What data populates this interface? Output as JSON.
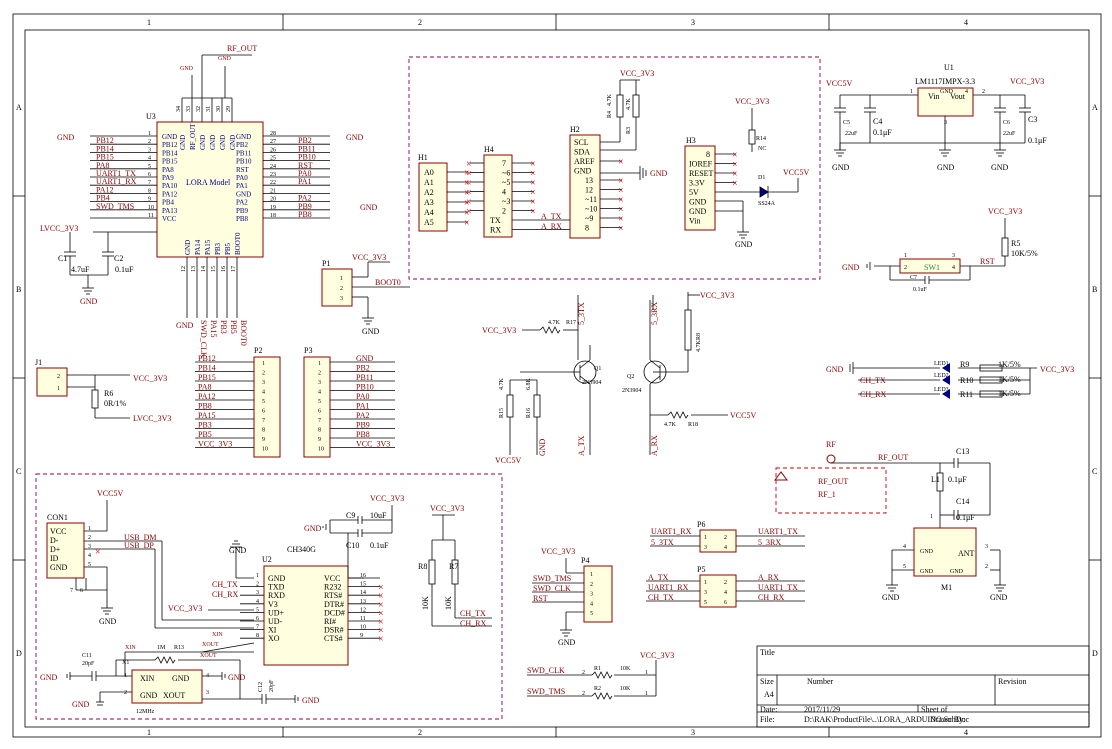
{
  "frame": {
    "cols": [
      "1",
      "2",
      "3",
      "4"
    ],
    "rows": [
      "A",
      "B",
      "C",
      "D"
    ]
  },
  "u3": {
    "ref": "U3",
    "model": "LORA Model",
    "top_net": "RF_OUT",
    "top_gnd": "GND",
    "top_pins": [
      "34",
      "33",
      "32",
      "31",
      "30",
      "29"
    ],
    "top_names": [
      "GND",
      "RF_OUT",
      "GND",
      "GND",
      "GND",
      "GND"
    ],
    "left_pins": [
      "1",
      "2",
      "3",
      "4",
      "5",
      "6",
      "7",
      "8",
      "9",
      "10",
      "11"
    ],
    "left_names": [
      "GND",
      "PB12",
      "PB14",
      "PB15",
      "PA8",
      "PA9",
      "PA10",
      "PA12",
      "PB4",
      "PA13",
      "VCC"
    ],
    "left_nets": [
      "GND",
      "PB12",
      "PB14",
      "PB15",
      "PA8",
      "UART1_TX",
      "UART1_RX",
      "PA12",
      "PB4",
      "SWD_TMS",
      "LVCC_3V3"
    ],
    "right_pins": [
      "28",
      "27",
      "26",
      "25",
      "24",
      "23",
      "22",
      "21",
      "20",
      "19",
      "18"
    ],
    "right_names": [
      "GND",
      "PB2",
      "PB11",
      "PB10",
      "RST",
      "PA0",
      "PA1",
      "GND",
      "PA2",
      "PB9",
      "PB8"
    ],
    "right_nets": [
      "GND",
      "PB2",
      "PB11",
      "PB10",
      "RST",
      "PA0",
      "PA1",
      "GND",
      "PA2",
      "PB9",
      "PB8"
    ],
    "bot_pins": [
      "12",
      "13",
      "14",
      "15",
      "16",
      "17"
    ],
    "bot_names": [
      "GND",
      "PA14",
      "PA15",
      "PB3",
      "PB5",
      "BOOT0"
    ],
    "bot_nets": [
      "GND",
      "SWD_CLK",
      "PA15",
      "PB3",
      "PB5",
      "BOOT0"
    ]
  },
  "caps_u3": {
    "c1_ref": "C1",
    "c1_val": "4.7uF",
    "c2_ref": "C2",
    "c2_val": "0.1uF",
    "gnd": "GND"
  },
  "h1": {
    "ref": "H1",
    "pins": [
      "A0",
      "A1",
      "A2",
      "A3",
      "A4",
      "A5"
    ]
  },
  "h4": {
    "ref": "H4",
    "pins": [
      "7",
      "~6",
      "~5",
      "4",
      "~3",
      "2",
      "TX",
      "RX"
    ],
    "tx": "A_TX",
    "rx": "A_RX"
  },
  "h2": {
    "ref": "H2",
    "pins": [
      "SCL",
      "SDA",
      "AREF",
      "GND",
      "13",
      "12",
      "~11",
      "~10",
      "~9",
      "8"
    ],
    "r4": "R4",
    "r4v": "4.7K",
    "r3": "R3",
    "r3v": "4.7K",
    "vcc": "VCC_3V3",
    "gnd": "GND"
  },
  "h3": {
    "ref": "H3",
    "pins": [
      "8",
      "IOREF",
      "RESET",
      "3.3V",
      "5V",
      "GND",
      "GND",
      "Vin"
    ],
    "r14": "R14",
    "r14v": "NC",
    "vcc": "VCC_3V3",
    "d1": "D1",
    "d1v": "SS24A",
    "vcc5": "VCC5V",
    "gnd": "GND"
  },
  "u1": {
    "ref": "U1",
    "part": "LM1117IMPX-3.3",
    "vin": "Vin",
    "vout": "Vout",
    "gnd": "GND",
    "p1": "1",
    "p2": "2",
    "p3": "3",
    "p4": "4",
    "vcc5": "VCC5V",
    "vcc3": "VCC_3V3",
    "c5": "C5",
    "c5v": "22uF",
    "c4": "C4",
    "c4v": "0.1μF",
    "c6": "C6",
    "c6v": "22uF",
    "c3": "C3",
    "c3v": "0.1μF",
    "g": "GND"
  },
  "sw": {
    "ref": "SW1",
    "r5": "R5",
    "r5v": "10K/5%",
    "vcc": "VCC_3V3",
    "rst": "RST",
    "gnd": "GND",
    "c7": "C7",
    "c7v": "0.1uF",
    "p1": "1",
    "p2": "2",
    "p3": "3",
    "p4": "4"
  },
  "p1": {
    "ref": "P1",
    "pins": [
      "1",
      "2",
      "3"
    ],
    "vcc": "VCC_3V3",
    "net": "BOOT0",
    "gnd": "GND"
  },
  "q": {
    "q1": "Q1",
    "q1v": "2N3904",
    "q2": "Q2",
    "q2v": "2N3904",
    "r17": "R17",
    "r17v": "4.7K",
    "r16": "R16",
    "r16v": "6.8K",
    "r15": "R15",
    "r15v": "4.7K",
    "r8": "R8",
    "r8v": "4.7K",
    "r18": "R18",
    "r18v": "4.7K",
    "vcc3": "VCC_3V3",
    "vcc5": "VCC5V",
    "gnd": "GND",
    "n53tx": "5_3TX",
    "n53rx": "5_3RX",
    "atx": "A_TX",
    "arx": "A_RX",
    "vcc5b": "VCC5V"
  },
  "j1": {
    "ref": "J1",
    "pins": [
      "2",
      "1"
    ],
    "vcc": "VCC_3V3",
    "lvcc": "LVCC_3V3",
    "r6": "R6",
    "r6v": "0R/1%"
  },
  "p2": {
    "ref": "P2",
    "pins": [
      "1",
      "2",
      "3",
      "4",
      "5",
      "6",
      "7",
      "8",
      "9",
      "10"
    ],
    "nets": [
      "PB12",
      "PB14",
      "PB15",
      "PA8",
      "PA12",
      "PB8",
      "PA15",
      "PB3",
      "PB5",
      "VCC_3V3"
    ]
  },
  "p3": {
    "ref": "P3",
    "pins": [
      "1",
      "2",
      "3",
      "4",
      "5",
      "6",
      "7",
      "8",
      "9",
      "10"
    ],
    "nets": [
      "GND",
      "PB2",
      "PB11",
      "PB10",
      "PA0",
      "PA1",
      "PA2",
      "PB9",
      "PB8",
      "VCC_3V3"
    ]
  },
  "leds": {
    "gnd": "GND",
    "vcc": "VCC_3V3",
    "l1": "LED1",
    "l2": "LED2",
    "l3": "LED3",
    "r9": "R9",
    "r10": "R10",
    "r11": "R11",
    "rv": "1K/5%",
    "chtx": "CH_TX",
    "chrx": "CH_RX"
  },
  "rf": {
    "title": "RF",
    "net": "RF_OUT",
    "box1": "RF_OUT",
    "box2": "RF_1",
    "c13": "C13",
    "l1": "L1",
    "l1v": "0.1μF",
    "c14": "C14",
    "c14v": "0.1μF",
    "ant": "ANT",
    "m1": "M1",
    "gnd": "GND",
    "p4": "4",
    "p5": "5",
    "p3": "3",
    "p2": "2",
    "p1": "1"
  },
  "usb": {
    "ref": "CON1",
    "vcc": "VCC5V",
    "pins": [
      "VCC",
      "D-",
      "D+",
      "ID",
      "GND"
    ],
    "nums": [
      "1",
      "2",
      "3",
      "4",
      "5"
    ],
    "p6": "6",
    "p7": "7",
    "dm": "USB_DM",
    "dp": "USB_DP",
    "gnd": "GND"
  },
  "ch340": {
    "ref": "U2",
    "part": "CH340G",
    "left": [
      "GND",
      "TXD",
      "RXD",
      "V3",
      "UD+",
      "UD-",
      "XI",
      "XO"
    ],
    "lnum": [
      "1",
      "2",
      "3",
      "4",
      "5",
      "6",
      "7",
      "8"
    ],
    "right": [
      "VCC",
      "R232",
      "RTS#",
      "DTR#",
      "DCD#",
      "RI#",
      "DSR#",
      "CTS#"
    ],
    "rnum": [
      "16",
      "15",
      "14",
      "13",
      "12",
      "11",
      "10",
      "9"
    ],
    "chtx": "CH_TX",
    "chrx": "CH_RX",
    "vcc3": "VCC_3V3",
    "c9": "C9",
    "c9v": "10uF",
    "c10": "C10",
    "c10v": "0.1uF",
    "gnd": "GND",
    "vcc": "VCC_3V3",
    "xin": "XIN",
    "xout": "XOUT"
  },
  "xtal": {
    "c11": "C11",
    "c11v": "20pF",
    "x1": "X1",
    "r13": "R13",
    "r13v": "1M",
    "xin": "XIN",
    "xout": "XOUT",
    "pin_xin": "XIN",
    "pin_gnd": "GND",
    "pin_gnd2": "GND",
    "pin_xout": "XOUT",
    "freq": "12MHz",
    "c12": "C12",
    "c12v": "20pF",
    "gnd": "GND",
    "n1": "1",
    "n2": "2",
    "n3": "3",
    "n4": "4"
  },
  "r78": {
    "vcc": "VCC_3V3",
    "r8": "R8",
    "r7": "R7",
    "rv": "10K",
    "chtx": "CH_TX",
    "chrx": "CH_RX"
  },
  "p4": {
    "ref": "P4",
    "vcc": "VCC_3V3",
    "pins": [
      "1",
      "2",
      "3",
      "4",
      "5"
    ],
    "nets": [
      "SWD_TMS",
      "SWD_CLK",
      "RST"
    ],
    "gnd": "GND"
  },
  "p6": {
    "ref": "P6",
    "l1": "UART1_RX",
    "l2": "5_3TX",
    "r1": "UART1_TX",
    "r2": "5_3RX",
    "n": [
      "1",
      "2",
      "3",
      "4"
    ]
  },
  "p5": {
    "ref": "P5",
    "l1": "A_TX",
    "l2": "UART1_RX",
    "l3": "CH_TX",
    "r1": "A_RX",
    "r2": "UART1_TX",
    "r3": "CH_RX",
    "n": [
      "1",
      "2",
      "3",
      "4",
      "5",
      "6"
    ]
  },
  "swd": {
    "clk": "SWD_CLK",
    "tms": "SWD_TMS",
    "r1": "R1",
    "r2": "R2",
    "rv": "10K",
    "vcc": "VCC_3V3",
    "n": "2",
    "n1": "1"
  },
  "titleblock": {
    "title": "Title",
    "size": "Size",
    "size_val": "A4",
    "number": "Number",
    "revision": "Revision",
    "date": "Date:",
    "date_val": "2017/11/29",
    "sheet": "Sheet     of",
    "file": "File:",
    "file_val": "D:\\RAK\\ProductFile\\..\\LORA_ARDUINO.SchDoc",
    "drawn": "Drawn By:"
  }
}
